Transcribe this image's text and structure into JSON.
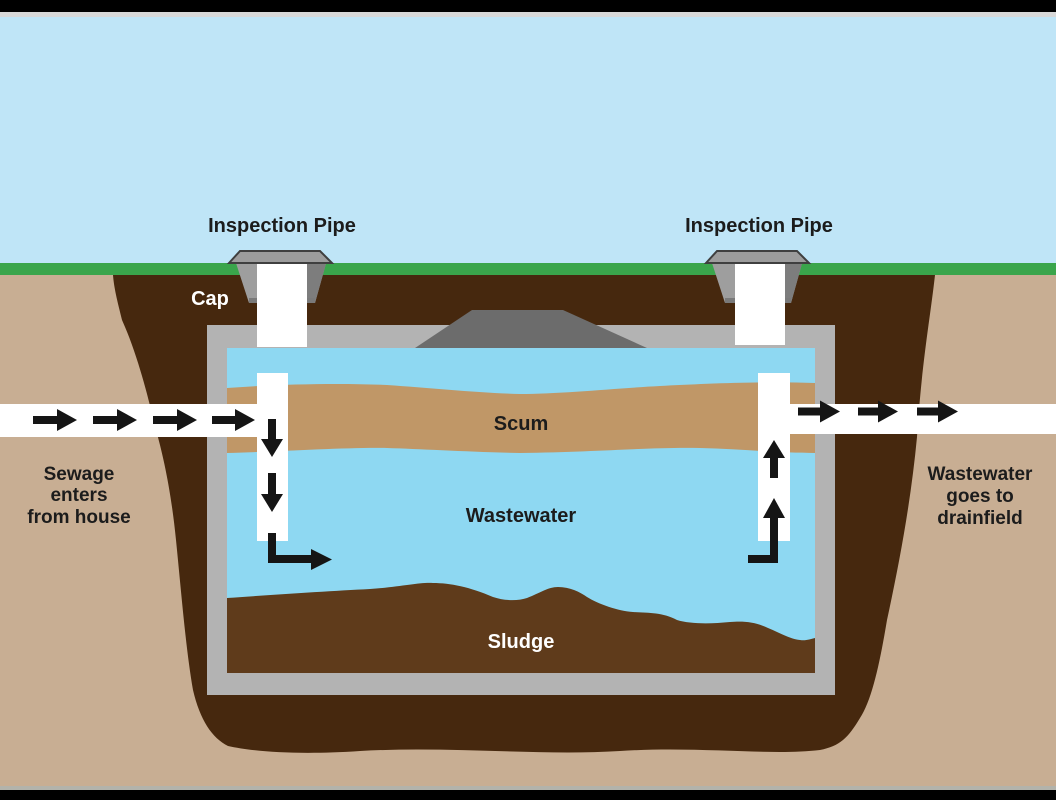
{
  "diagram": {
    "subject": "septic-tank-cross-section",
    "labels": {
      "inspection_pipe_left": "Inspection Pipe",
      "inspection_pipe_right": "Inspection Pipe",
      "cap": "Cap",
      "scum": "Scum",
      "wastewater": "Wastewater",
      "sludge": "Sludge",
      "sewage_line1": "Sewage",
      "sewage_line2": "enters",
      "sewage_line3": "from house",
      "drainfield_line1": "Wastewater",
      "drainfield_line2": "goes to",
      "drainfield_line3": "drainfield"
    },
    "colors": {
      "sky": "#bfe5f7",
      "grass": "#3aa54b",
      "soil_dark": "#46280e",
      "soil_light": "#c8ae93",
      "tank_wall": "#b3b3b3",
      "access_cover_gray": "#6c6c6c",
      "cap_gray": "#9e9e9e",
      "cap_shade": "#7d7d7d",
      "cap_lid": "#9c9c9c",
      "water": "#8ed8f2",
      "scum": "#c09767",
      "sludge": "#5f3b1b",
      "pipe": "#ffffff",
      "arrow": "#151515",
      "letterbox": "#000000",
      "top_strip": "#d8d8d8",
      "bottom_strip": "#b3b3ab"
    }
  }
}
